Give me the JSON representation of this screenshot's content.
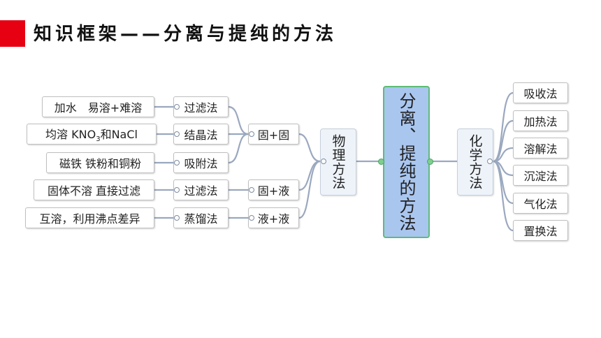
{
  "header": {
    "title": "知识框架——分离与提纯的方法",
    "accent_color": "#e60012"
  },
  "center": {
    "label": "分离、提纯的方法"
  },
  "physical": {
    "label": "物理方法",
    "groups": [
      {
        "label": "固+固"
      },
      {
        "label": "固+液"
      },
      {
        "label": "液+液"
      }
    ],
    "methods": [
      {
        "label": "过滤法"
      },
      {
        "label": "结晶法"
      },
      {
        "label": "吸附法"
      },
      {
        "label": "过滤法"
      },
      {
        "label": "蒸馏法"
      }
    ],
    "conditions": [
      {
        "label": "加水　易溶+难溶"
      },
      {
        "label_pre": "均溶 KNO",
        "label_sub": "3",
        "label_post": "和NaCl"
      },
      {
        "label": "磁铁 铁粉和铜粉"
      },
      {
        "label": "固体不溶 直接过滤"
      },
      {
        "label": "互溶，利用沸点差异"
      }
    ]
  },
  "chemical": {
    "label": "化学方法",
    "methods": [
      {
        "label": "吸收法"
      },
      {
        "label": "加热法"
      },
      {
        "label": "溶解法"
      },
      {
        "label": "沉淀法"
      },
      {
        "label": "气化法"
      },
      {
        "label": "置换法"
      }
    ]
  },
  "colors": {
    "center_fill": "#a9c6ef",
    "center_border": "#5ebc76",
    "link": "#9aa8bf"
  }
}
